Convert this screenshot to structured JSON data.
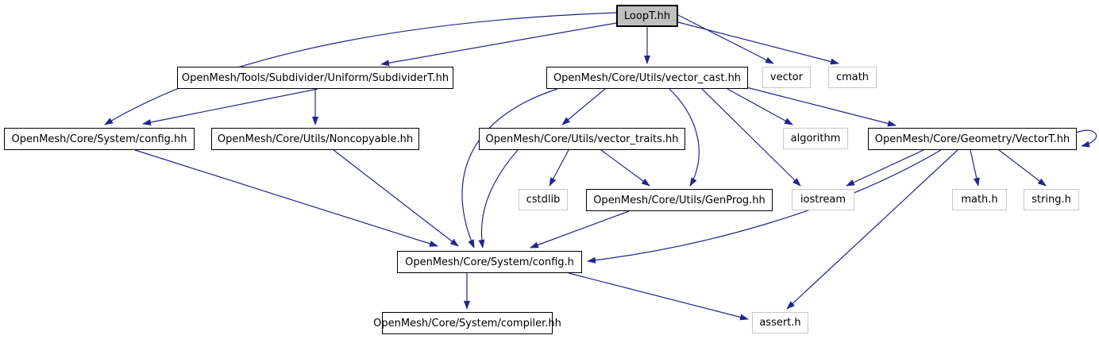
{
  "diagram": {
    "kind": "include-dependency-graph",
    "root": "LoopT.hh"
  },
  "colors": {
    "edge": "#24248c",
    "node_border": "#000000",
    "external_border": "#c8c8c8",
    "root_fill": "#bfbfbf",
    "background": "#ffffff",
    "text": "#000000"
  },
  "nodes": {
    "loopt": {
      "label": "LoopT.hh",
      "kind": "root"
    },
    "subdividert": {
      "label": "OpenMesh/Tools/Subdivider/Uniform/SubdividerT.hh",
      "kind": "documented"
    },
    "vector_cast": {
      "label": "OpenMesh/Core/Utils/vector_cast.hh",
      "kind": "documented"
    },
    "vector": {
      "label": "vector",
      "kind": "external"
    },
    "cmath": {
      "label": "cmath",
      "kind": "external"
    },
    "config_hh": {
      "label": "OpenMesh/Core/System/config.hh",
      "kind": "documented"
    },
    "noncopyable": {
      "label": "OpenMesh/Core/Utils/Noncopyable.hh",
      "kind": "documented"
    },
    "vector_traits": {
      "label": "OpenMesh/Core/Utils/vector_traits.hh",
      "kind": "documented"
    },
    "algorithm": {
      "label": "algorithm",
      "kind": "external"
    },
    "vectort": {
      "label": "OpenMesh/Core/Geometry/VectorT.hh",
      "kind": "documented"
    },
    "cstdlib": {
      "label": "cstdlib",
      "kind": "external"
    },
    "genprog": {
      "label": "OpenMesh/Core/Utils/GenProg.hh",
      "kind": "documented"
    },
    "iostream": {
      "label": "iostream",
      "kind": "external"
    },
    "math_h": {
      "label": "math.h",
      "kind": "external"
    },
    "string_h": {
      "label": "string.h",
      "kind": "external"
    },
    "config_h": {
      "label": "OpenMesh/Core/System/config.h",
      "kind": "documented"
    },
    "compiler": {
      "label": "OpenMesh/Core/System/compiler.hh",
      "kind": "documented"
    },
    "assert_h": {
      "label": "assert.h",
      "kind": "external"
    }
  },
  "edges": [
    {
      "from": "loopt",
      "to": "config_hh"
    },
    {
      "from": "loopt",
      "to": "subdividert"
    },
    {
      "from": "loopt",
      "to": "vector_cast"
    },
    {
      "from": "loopt",
      "to": "vector"
    },
    {
      "from": "loopt",
      "to": "cmath"
    },
    {
      "from": "subdividert",
      "to": "config_hh"
    },
    {
      "from": "subdividert",
      "to": "noncopyable"
    },
    {
      "from": "config_hh",
      "to": "config_h"
    },
    {
      "from": "noncopyable",
      "to": "config_h"
    },
    {
      "from": "vector_cast",
      "to": "vector_traits"
    },
    {
      "from": "vector_cast",
      "to": "config_h"
    },
    {
      "from": "vector_cast",
      "to": "genprog"
    },
    {
      "from": "vector_cast",
      "to": "iostream"
    },
    {
      "from": "vector_cast",
      "to": "algorithm"
    },
    {
      "from": "vector_cast",
      "to": "vectort"
    },
    {
      "from": "vector_traits",
      "to": "cstdlib"
    },
    {
      "from": "vector_traits",
      "to": "genprog"
    },
    {
      "from": "vector_traits",
      "to": "config_h"
    },
    {
      "from": "genprog",
      "to": "config_h"
    },
    {
      "from": "vectort",
      "to": "iostream"
    },
    {
      "from": "vectort",
      "to": "math_h"
    },
    {
      "from": "vectort",
      "to": "string_h"
    },
    {
      "from": "vectort",
      "to": "config_h"
    },
    {
      "from": "vectort",
      "to": "assert_h"
    },
    {
      "from": "vectort",
      "to": "vectort"
    },
    {
      "from": "config_h",
      "to": "compiler"
    },
    {
      "from": "config_h",
      "to": "assert_h"
    }
  ]
}
